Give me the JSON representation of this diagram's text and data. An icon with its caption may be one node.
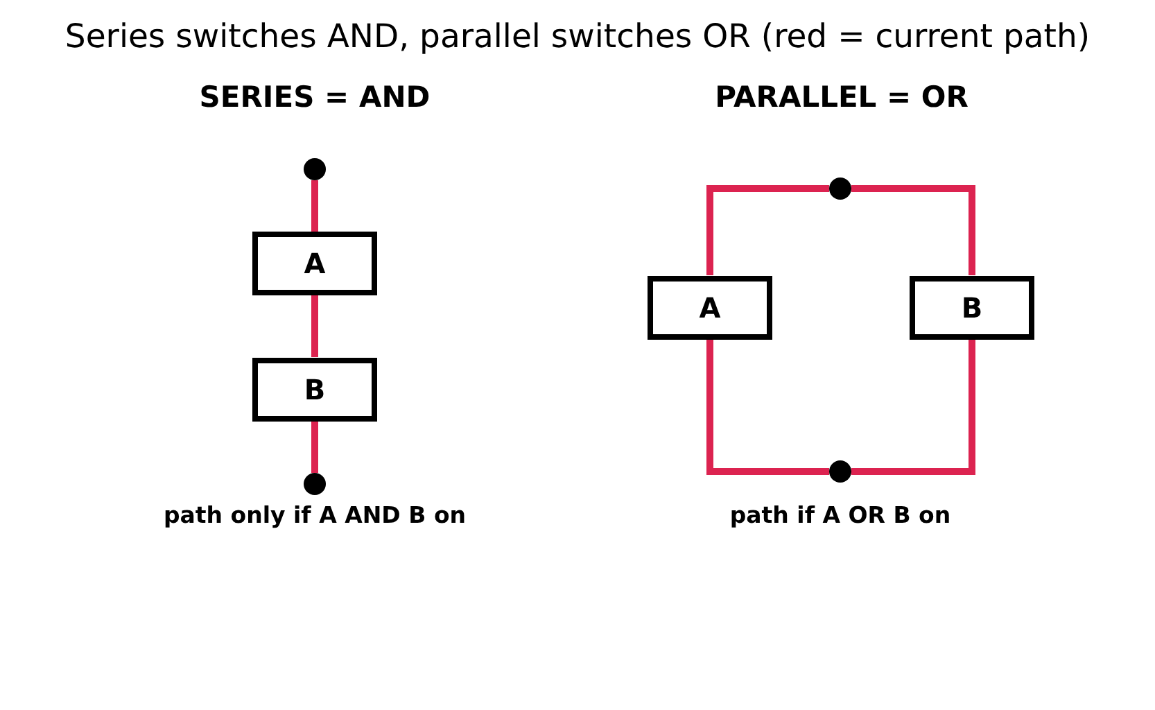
{
  "diagram": {
    "title": "Series switches AND, parallel switches OR (red = current path)",
    "nodes": [
      {
        "text": [],
        "shape": "circle"
      },
      {
        "text": [
          "A"
        ]
      },
      {
        "text": [
          "B"
        ]
      },
      {
        "text": [],
        "shape": "circle"
      },
      {
        "text": [],
        "shape": "circle"
      },
      {
        "text": [
          "A"
        ]
      },
      {
        "text": [
          "B"
        ]
      },
      {
        "text": [],
        "shape": "circle"
      }
    ],
    "edges": [
      {
        "from": 0,
        "to": 1,
        "arrow": "none"
      },
      {
        "from": 1,
        "to": 2,
        "arrow": "none"
      },
      {
        "from": 2,
        "to": 3,
        "arrow": "none"
      },
      {
        "from": 4,
        "to": 5,
        "arrow": "none"
      },
      {
        "from": 4,
        "to": 6,
        "arrow": "none"
      },
      {
        "from": 5,
        "to": 7,
        "arrow": "none"
      },
      {
        "from": 6,
        "to": 7,
        "arrow": "none"
      }
    ],
    "labels": [
      "SERIES = AND",
      "PARALLEL = OR",
      "path only if A AND B on",
      "path if A OR B on"
    ]
  }
}
